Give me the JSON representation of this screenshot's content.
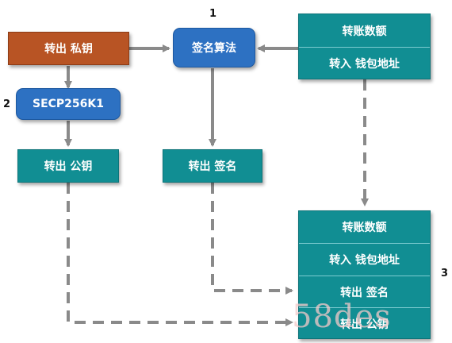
{
  "diagram": {
    "nodes": {
      "private_key": "转出 私钥",
      "signature_algorithm": "签名算法",
      "secp": "SECP256K1",
      "public_key": "转出 公钥",
      "signature": "转出 签名"
    },
    "input_box": {
      "amount": "转账数额",
      "to_address": "转入 钱包地址"
    },
    "transaction_box": {
      "amount": "转账数额",
      "to_address": "转入 钱包地址",
      "signature": "转出 签名",
      "public_key": "转出 公钥"
    },
    "step_labels": {
      "one": "1",
      "two": "2",
      "three": "3"
    },
    "watermark": "58des"
  },
  "colors": {
    "teal": "#118e93",
    "brown": "#b85424",
    "blue": "#2d71c2",
    "arrow_gray": "#8a8a8a"
  }
}
